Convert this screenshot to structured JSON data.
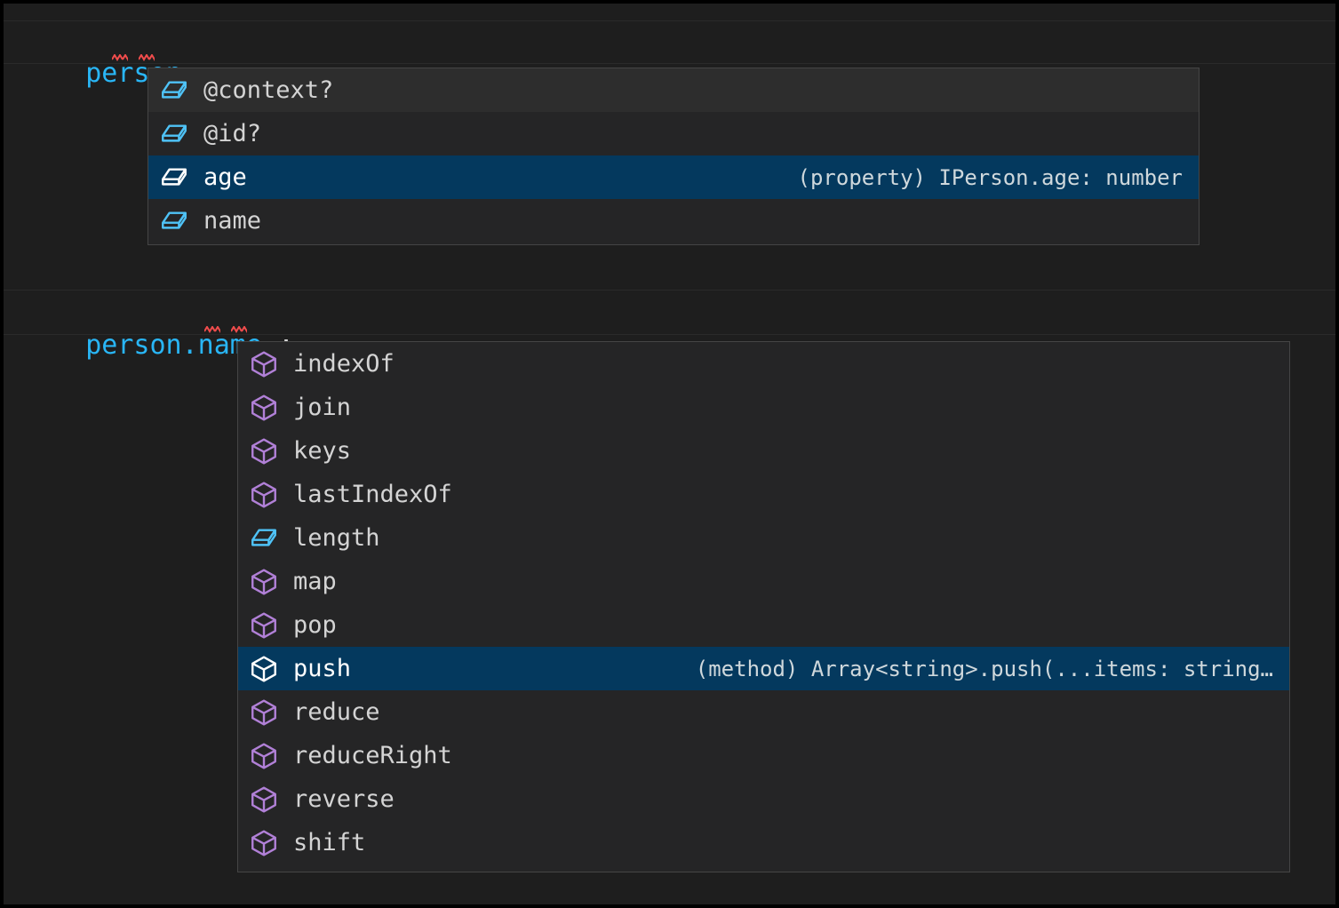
{
  "theme": {
    "editor_background": "#1e1e1e",
    "widget_background": "#252526",
    "widget_border": "#454545",
    "selected_row_background": "#04395e",
    "hovered_row_background": "#2d2d2d",
    "identifier_color": "#29b6f6",
    "punctuation_color": "#d4d4d4",
    "error_squiggle_color": "#f14c4c",
    "property_icon_color": "#4fc3f7",
    "method_icon_color": "#b180d7",
    "selected_icon_color": "#ffffff",
    "text_color": "#d4d4d4",
    "detail_text_color": "#cfd8dc"
  },
  "editor": {
    "lines": [
      {
        "id": "line-1",
        "identifier": "person",
        "trailing": ".;",
        "full_text": "person.;",
        "has_error_squiggle": true
      },
      {
        "id": "line-2",
        "identifier": "person.name",
        "trailing": ".;",
        "full_text": "person.name.;",
        "has_error_squiggle": true
      }
    ]
  },
  "suggest_widgets": [
    {
      "id": "suggest-widget-person",
      "for_line": "person.;",
      "selected_index": 2,
      "hovered_index": 0,
      "items": [
        {
          "label": "@context?",
          "icon": "property-cube-icon",
          "icon_kind": "property",
          "detail": ""
        },
        {
          "label": "@id?",
          "icon": "property-cube-icon",
          "icon_kind": "property",
          "detail": ""
        },
        {
          "label": "age",
          "icon": "property-cube-icon",
          "icon_kind": "property",
          "detail": "(property) IPerson.age: number"
        },
        {
          "label": "name",
          "icon": "property-cube-icon",
          "icon_kind": "property",
          "detail": ""
        }
      ]
    },
    {
      "id": "suggest-widget-person-name",
      "for_line": "person.name.;",
      "selected_index": 7,
      "hovered_index": -1,
      "items": [
        {
          "label": "indexOf",
          "icon": "method-cube-icon",
          "icon_kind": "method",
          "detail": ""
        },
        {
          "label": "join",
          "icon": "method-cube-icon",
          "icon_kind": "method",
          "detail": ""
        },
        {
          "label": "keys",
          "icon": "method-cube-icon",
          "icon_kind": "method",
          "detail": ""
        },
        {
          "label": "lastIndexOf",
          "icon": "method-cube-icon",
          "icon_kind": "method",
          "detail": ""
        },
        {
          "label": "length",
          "icon": "property-cube-icon",
          "icon_kind": "property",
          "detail": ""
        },
        {
          "label": "map",
          "icon": "method-cube-icon",
          "icon_kind": "method",
          "detail": ""
        },
        {
          "label": "pop",
          "icon": "method-cube-icon",
          "icon_kind": "method",
          "detail": ""
        },
        {
          "label": "push",
          "icon": "method-cube-icon",
          "icon_kind": "method",
          "detail": "(method) Array<string>.push(...items: string…"
        },
        {
          "label": "reduce",
          "icon": "method-cube-icon",
          "icon_kind": "method",
          "detail": ""
        },
        {
          "label": "reduceRight",
          "icon": "method-cube-icon",
          "icon_kind": "method",
          "detail": ""
        },
        {
          "label": "reverse",
          "icon": "method-cube-icon",
          "icon_kind": "method",
          "detail": ""
        },
        {
          "label": "shift",
          "icon": "method-cube-icon",
          "icon_kind": "method",
          "detail": ""
        }
      ]
    }
  ]
}
